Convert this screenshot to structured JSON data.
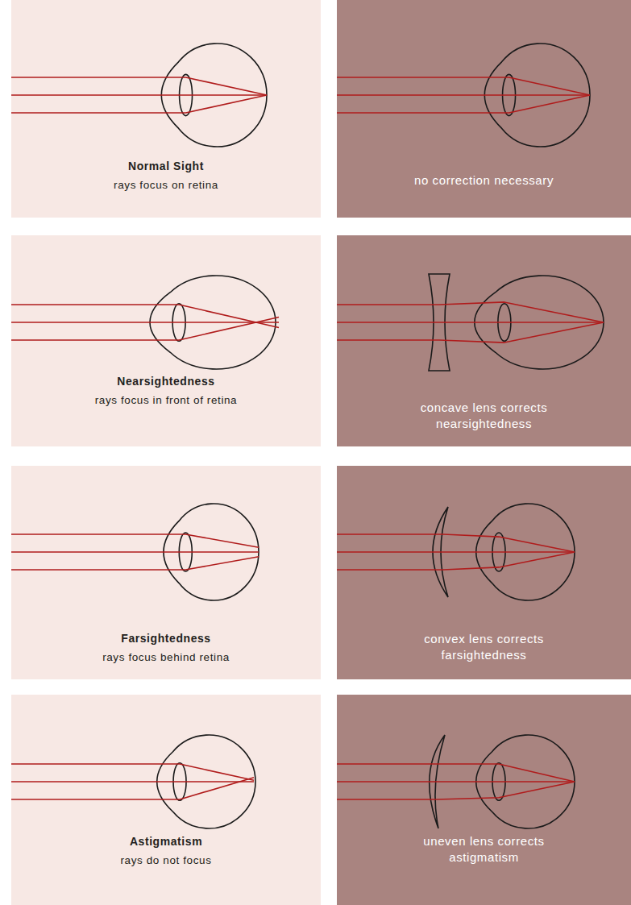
{
  "diagram": {
    "nodes": [
      {
        "text": [
          "Normal Sight",
          "rays focus on retina"
        ]
      },
      {
        "text": [
          "no correction necessary"
        ]
      },
      {
        "text": [
          "Nearsightedness",
          "rays focus in front of retina"
        ]
      },
      {
        "text": [
          "concave lens corrects nearsightedness"
        ]
      },
      {
        "text": [
          "Farsightedness",
          "rays focus behind retina"
        ]
      },
      {
        "text": [
          "convex lens corrects farsightedness"
        ]
      },
      {
        "text": [
          "Astigmatism",
          "rays do not focus"
        ]
      },
      {
        "text": [
          "uneven lens corrects astigmatism"
        ]
      }
    ]
  }
}
